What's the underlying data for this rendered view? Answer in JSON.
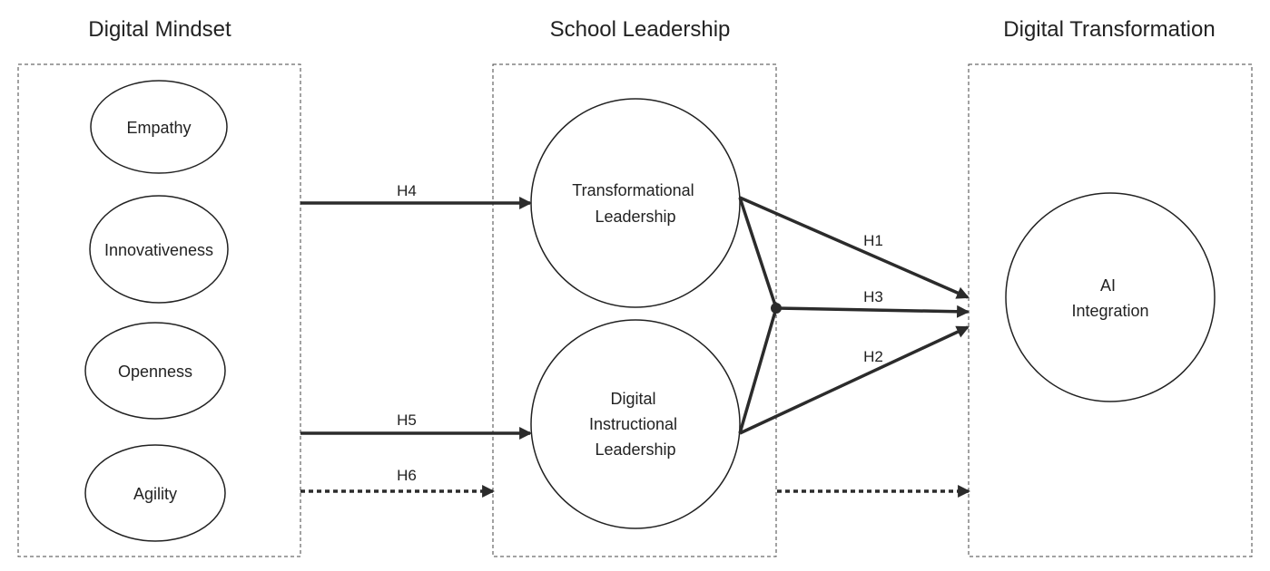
{
  "headings": {
    "digital_mindset": "Digital Mindset",
    "school_leadership": "School Leadership",
    "digital_transformation": "Digital Transformation"
  },
  "mindset_nodes": {
    "empathy": "Empathy",
    "innovativeness": "Innovativeness",
    "openness": "Openness",
    "agility": "Agility"
  },
  "leadership_nodes": {
    "transformational": [
      "Transformational",
      "Leadership"
    ],
    "digital_instructional": [
      "Digital",
      "Instructional",
      "Leadership"
    ]
  },
  "outcome_node": [
    "AI",
    "Integration"
  ],
  "hypotheses": {
    "h1": "H1",
    "h2": "H2",
    "h3": "H3",
    "h4": "H4",
    "h5": "H5",
    "h6": "H6"
  },
  "colors": {
    "line": "#2b2b2b",
    "box_border": "#444444",
    "text": "#222222"
  }
}
